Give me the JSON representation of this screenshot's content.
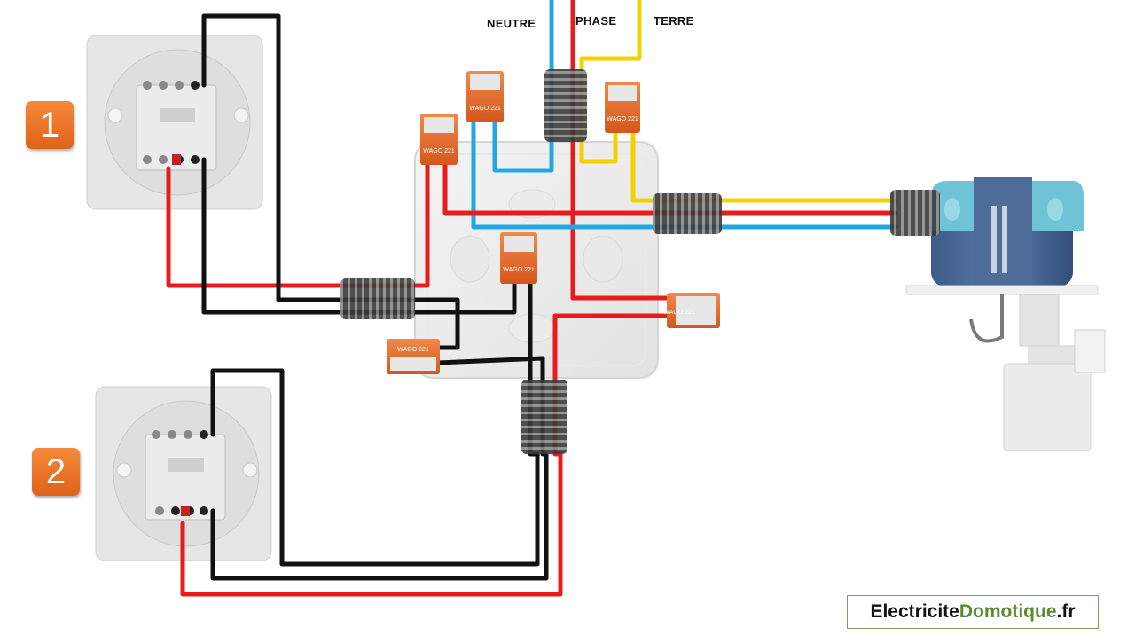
{
  "labels": {
    "neutre": "NEUTRE",
    "phase": "PHASE",
    "terre": "TERRE"
  },
  "badges": {
    "one": "1",
    "two": "2"
  },
  "connector_text": "WAGO 221",
  "brand": {
    "part1": "Electricite",
    "part2": "Domotique",
    "part3": ".fr"
  },
  "colors": {
    "neutral": "#22a7e0",
    "phase": "#e81c1c",
    "earth": "#f5d000",
    "return": "#111111",
    "badge": "#ee7027",
    "brand_green": "#5c8a2f"
  }
}
